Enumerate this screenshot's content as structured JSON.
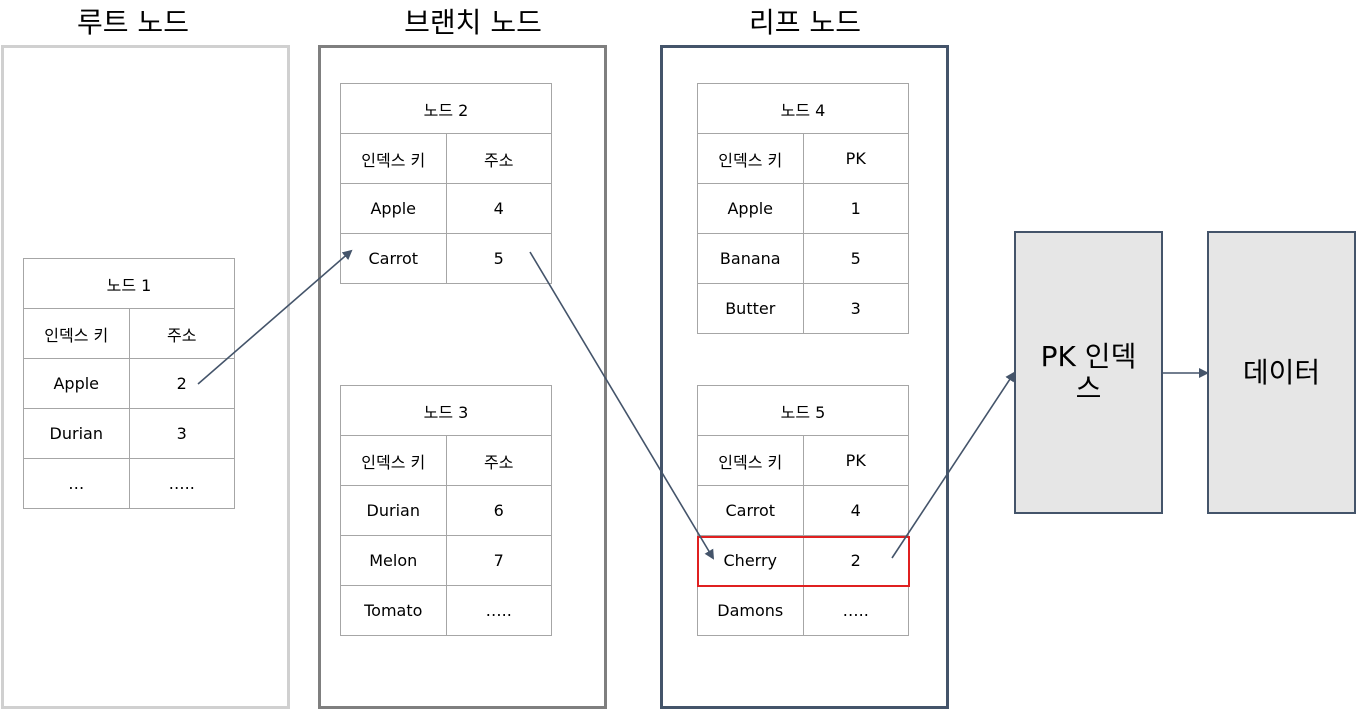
{
  "titles": {
    "root": "루트 노드",
    "branch": "브랜치 노드",
    "leaf": "리프 노드"
  },
  "nodes": {
    "node1": {
      "title": "노드 1",
      "col1": "인덱스 키",
      "col2": "주소",
      "rows": [
        {
          "key": "Apple",
          "val": "2"
        },
        {
          "key": "Durian",
          "val": "3"
        },
        {
          "key": "…",
          "val": "….."
        }
      ]
    },
    "node2": {
      "title": "노드 2",
      "col1": "인덱스 키",
      "col2": "주소",
      "rows": [
        {
          "key": "Apple",
          "val": "4"
        },
        {
          "key": "Carrot",
          "val": "5"
        }
      ]
    },
    "node3": {
      "title": "노드 3",
      "col1": "인덱스 키",
      "col2": "주소",
      "rows": [
        {
          "key": "Durian",
          "val": "6"
        },
        {
          "key": "Melon",
          "val": "7"
        },
        {
          "key": "Tomato",
          "val": "….."
        }
      ]
    },
    "node4": {
      "title": "노드 4",
      "col1": "인덱스 키",
      "col2": "PK",
      "rows": [
        {
          "key": "Apple",
          "val": "1"
        },
        {
          "key": "Banana",
          "val": "5"
        },
        {
          "key": "Butter",
          "val": "3"
        }
      ]
    },
    "node5": {
      "title": "노드 5",
      "col1": "인덱스 키",
      "col2": "PK",
      "rows": [
        {
          "key": "Carrot",
          "val": "4"
        },
        {
          "key": "Cherry",
          "val": "2"
        },
        {
          "key": "Damons",
          "val": "….."
        }
      ]
    }
  },
  "boxes": {
    "pk_index": "PK 인덱스",
    "data": "데이터"
  },
  "colors": {
    "root_border": "#d0d0d0",
    "branch_border": "#7f7f7f",
    "leaf_border": "#44546a",
    "arrow": "#44546a",
    "highlight": "#e02020"
  }
}
